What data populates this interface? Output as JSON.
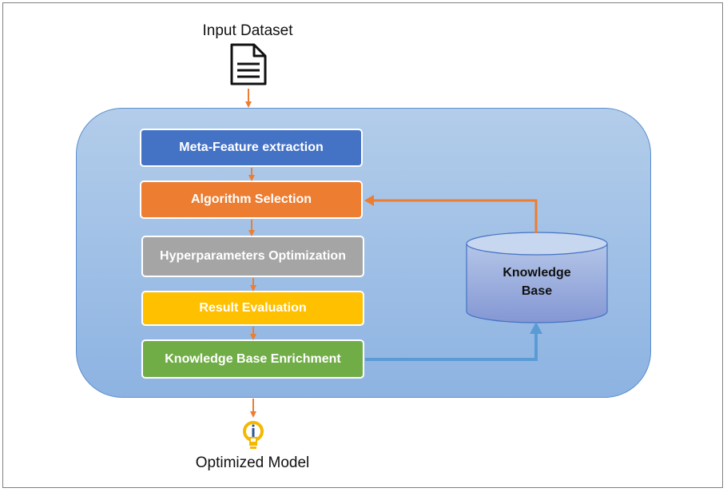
{
  "input": {
    "label": "Input Dataset",
    "icon": "document-icon"
  },
  "steps": [
    {
      "label": "Meta-Feature extraction",
      "color": "#4472c4"
    },
    {
      "label": "Algorithm Selection",
      "color": "#ed7d31"
    },
    {
      "label": "Hyperparameters Optimization",
      "color": "#a5a5a5"
    },
    {
      "label": "Result Evaluation",
      "color": "#ffc000"
    },
    {
      "label": "Knowledge Base Enrichment",
      "color": "#70ad47"
    }
  ],
  "knowledge_base": {
    "line1": "Knowledge",
    "line2": "Base",
    "icon": "database-cylinder-icon"
  },
  "output": {
    "label": "Optimized Model",
    "icon": "lightbulb-icon"
  },
  "colors": {
    "flow_arrow": "#ed7d31",
    "feedback_in_arrow": "#5b9bd5",
    "feedback_out_arrow": "#ed7d31",
    "container": "#9dbde5"
  }
}
